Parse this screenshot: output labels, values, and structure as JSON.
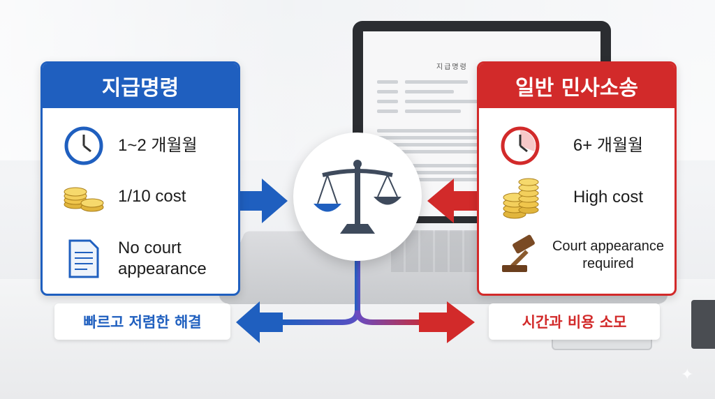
{
  "left_panel": {
    "title": "지급명령",
    "rows": [
      {
        "icon": "clock-icon",
        "text": "1~2 개월월"
      },
      {
        "icon": "coins-icon",
        "text": "1/10 cost"
      },
      {
        "icon": "document-icon",
        "text_line1": "No court",
        "text_line2": "appearance"
      }
    ],
    "conclusion": "빠르고 저렴한 해결",
    "accent": "#1f5fbf"
  },
  "right_panel": {
    "title": "일반 민사소송",
    "rows": [
      {
        "icon": "clock-icon",
        "text": "6+ 개월월"
      },
      {
        "icon": "coins-stack-icon",
        "text": "High cost"
      },
      {
        "icon": "gavel-icon",
        "text_line1": "Court appearance",
        "text_line2": "required"
      }
    ],
    "conclusion": "시간과 비용 소모",
    "accent": "#d22a2a"
  },
  "center": {
    "icon": "scales-of-justice-icon"
  },
  "background": {
    "document_title": "지급명령"
  }
}
